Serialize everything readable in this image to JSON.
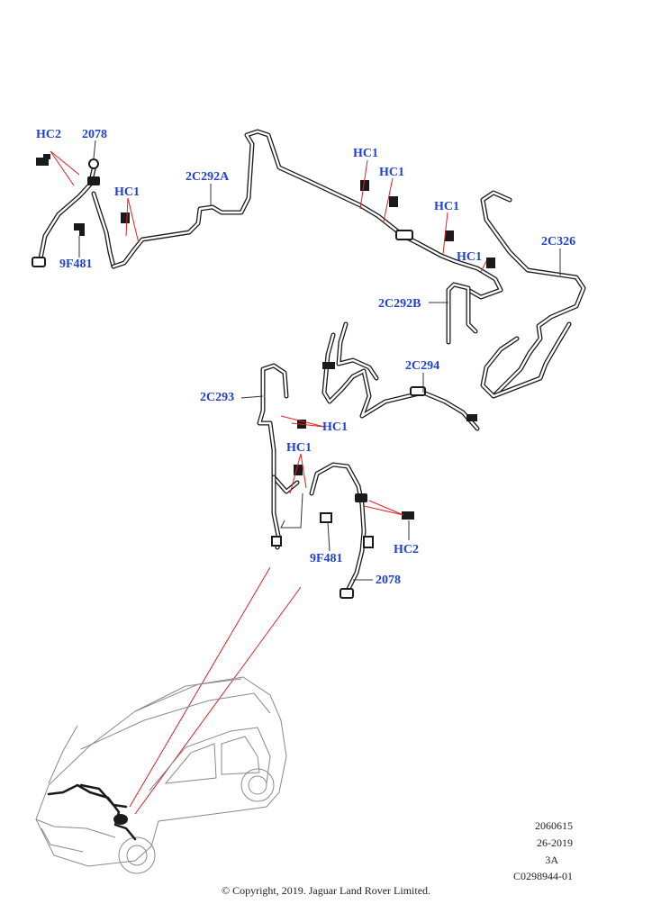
{
  "callouts": {
    "hc2_top": "HC2",
    "n2078_top": "2078",
    "hc1_a": "HC1",
    "n9f481_top": "9F481",
    "n2c292a": "2C292A",
    "hc1_b": "HC1",
    "hc1_c": "HC1",
    "hc1_d": "HC1",
    "hc1_e": "HC1",
    "n2c326": "2C326",
    "n2c292b": "2C292B",
    "n2c294": "2C294",
    "n2c293": "2C293",
    "hc1_f": "HC1",
    "hc1_g": "HC1",
    "n9f481_bottom": "9F481",
    "hc2_bottom": "HC2",
    "n2078_bottom": "2078"
  },
  "meta": {
    "line1": "2060615",
    "line2": "26-2019",
    "line3": "3A",
    "line4": "C0298944-01"
  },
  "copyright": "© Copyright, 2019. Jaguar Land Rover Limited."
}
